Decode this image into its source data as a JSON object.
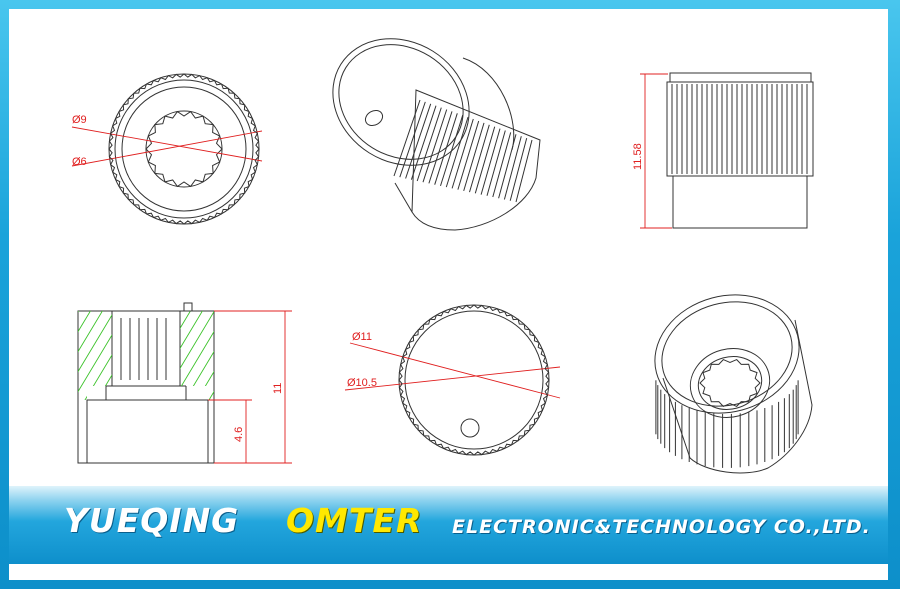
{
  "views": {
    "top_view_dims": [
      "Ø9",
      "Ø6"
    ],
    "side_view_dim": "11.58",
    "section_view_dims": [
      "11",
      "4.6"
    ],
    "bottom_view_dims": [
      "Ø11",
      "Ø10.5"
    ]
  },
  "banner": {
    "brand_first": "YUEQING",
    "brand_second": "OMTER",
    "tagline": "ELECTRONIC&TECHNOLOGY CO.,LTD."
  },
  "colors": {
    "frame": "#1aa3da",
    "dimension": "#e02020",
    "hatch": "#3cc22a",
    "brand_highlight": "#ffe800"
  }
}
